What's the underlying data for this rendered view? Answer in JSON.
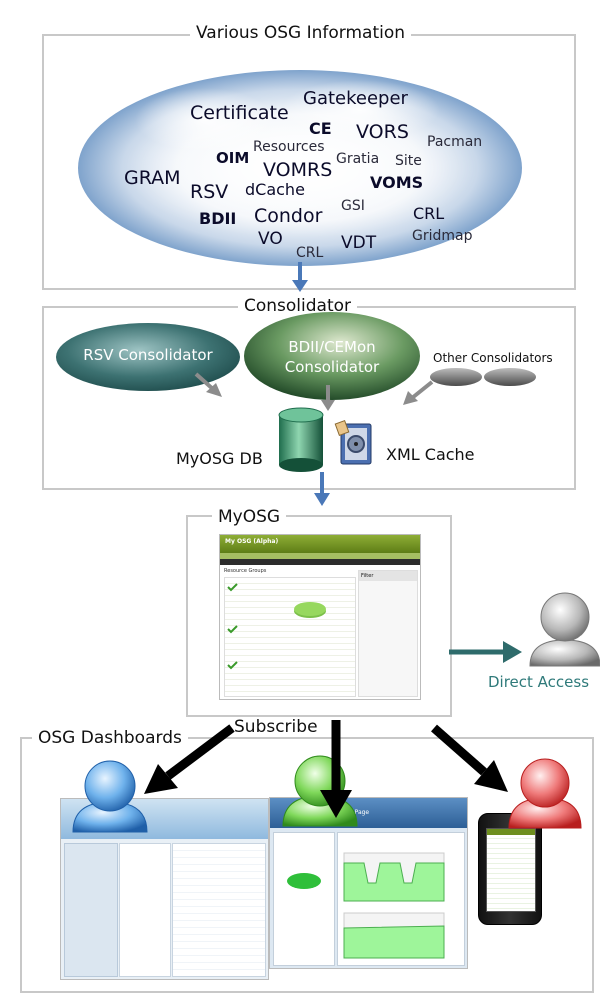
{
  "sections": {
    "info_title": "Various OSG Information",
    "consolidator_title": "Consolidator",
    "myosg_title": "MyOSG",
    "subscribe_label": "Subscribe",
    "dashboards_title": "OSG Dashboards"
  },
  "cloud_terms": [
    "Gatekeeper",
    "Certificate",
    "CE",
    "VORS",
    "Resources",
    "Pacman",
    "OIM",
    "Gratia",
    "Site",
    "VOMRS",
    "GRAM",
    "RSV",
    "dCache",
    "VOMS",
    "BDII",
    "Condor",
    "GSI",
    "CRL",
    "VO",
    "VDT",
    "Gridmap",
    "CRL"
  ],
  "consolidators": {
    "rsv": "RSV Consolidator",
    "bdii_line1": "BDII/CEMon",
    "bdii_line2": "Consolidator",
    "other": "Other Consolidators"
  },
  "storage": {
    "db_label": "MyOSG DB",
    "xml_label": "XML Cache"
  },
  "myosg_screenshot": {
    "header_title": "My OSG (Alpha)",
    "section_title": "Resource Groups",
    "filter_title": "Filter"
  },
  "direct_access_label": "Direct Access",
  "dashboard2": {
    "page_title": "Soichi's Page"
  },
  "colors": {
    "arrow_blue": "#4a78b8",
    "arrow_teal": "#2e6b6b",
    "direct_access_text": "#2f7a7a",
    "frame_gray": "#c8c8c8",
    "myosg_green": "#6e8f1e"
  }
}
